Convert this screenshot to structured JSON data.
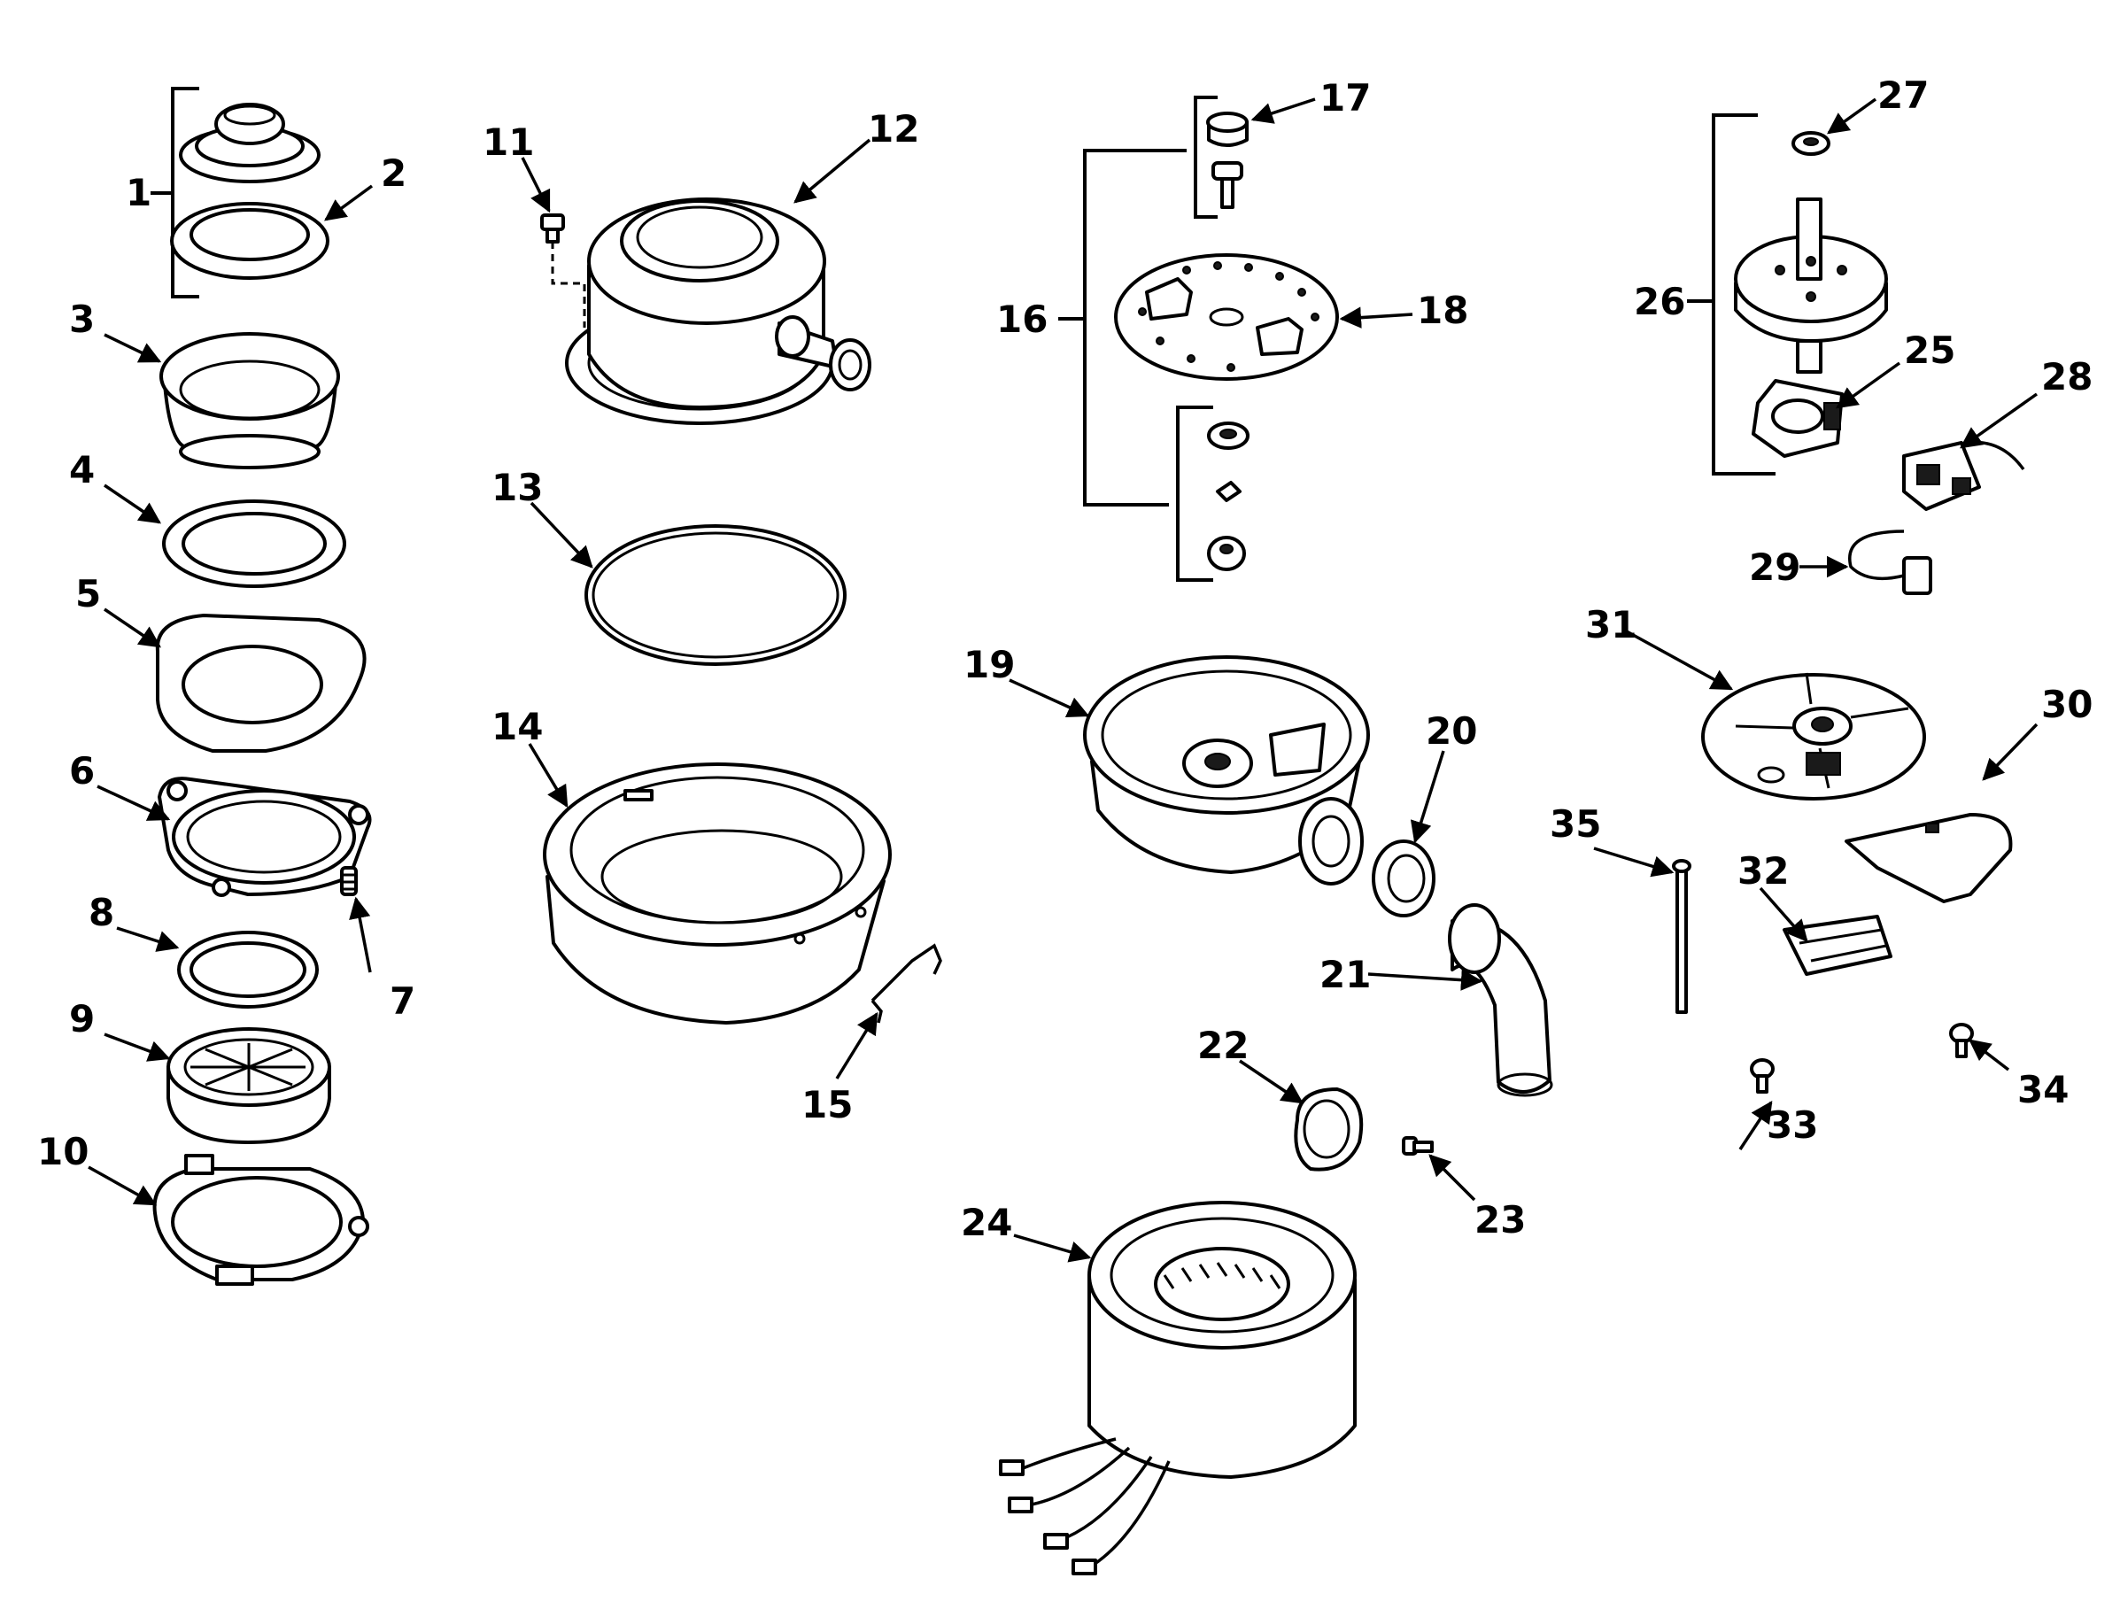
{
  "diagram": {
    "callouts": [
      "1",
      "2",
      "3",
      "4",
      "5",
      "6",
      "7",
      "8",
      "9",
      "10",
      "11",
      "12",
      "13",
      "14",
      "15",
      "16",
      "17",
      "18",
      "19",
      "20",
      "21",
      "22",
      "23",
      "24",
      "25",
      "26",
      "27",
      "28",
      "29",
      "30",
      "31",
      "32",
      "33",
      "34",
      "35"
    ]
  },
  "colors": {
    "line": "#000000",
    "background": "#ffffff"
  }
}
